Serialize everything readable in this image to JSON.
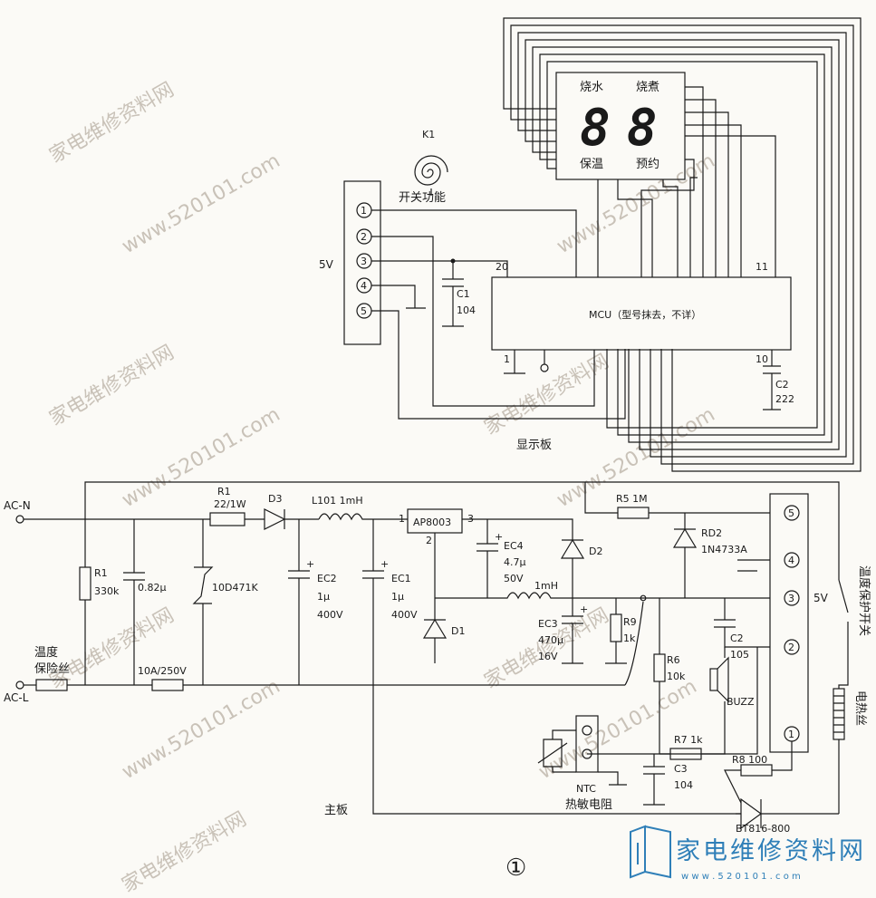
{
  "board_labels": {
    "display_board": "显示板",
    "main_board": "主板",
    "figure_number": "①"
  },
  "display": {
    "tl": "烧水",
    "tr": "烧煮",
    "bl": "保温",
    "br": "预约",
    "digits": "88"
  },
  "switch_k1": {
    "ref": "K1",
    "label": "开关功能"
  },
  "connector_top": {
    "pins": [
      "1",
      "2",
      "3",
      "4",
      "5"
    ],
    "voltage": "5V"
  },
  "connector_main": {
    "pins": [
      "5",
      "4",
      "3",
      "2",
      "1"
    ],
    "voltage": "5V"
  },
  "mcu": {
    "label": "MCU（型号抹去，不详）",
    "pin20": "20",
    "pin1": "1",
    "pin11": "11",
    "pin10": "10"
  },
  "components": {
    "c1_ref": "C1",
    "c1_val": "104",
    "c2top_ref": "C2",
    "c2top_val": "222",
    "r1_ref": "R1",
    "r1_val": "22/1W",
    "r1b_ref": "R1",
    "r1b_val": "330k",
    "cx_val": "0.82μ",
    "vdr": "10D471K",
    "d3": "D3",
    "l101": "L101  1mH",
    "ec2_ref": "EC2",
    "ec2_a": "1μ",
    "ec2_b": "400V",
    "ec1_ref": "EC1",
    "ec1_a": "1μ",
    "ec1_b": "400V",
    "ic": "AP8003",
    "ic_p1": "1",
    "ic_p2": "2",
    "ic_p3": "3",
    "ec4_ref": "EC4",
    "ec4_a": "4.7μ",
    "ec4_b": "50V",
    "l2": "1mH",
    "d2": "D2",
    "d1": "D1",
    "ec3_ref": "EC3",
    "ec3_a": "470μ",
    "ec3_b": "16V",
    "r9_ref": "R9",
    "r9_val": "1k",
    "r5": "R5  1M",
    "rd2_ref": "RD2",
    "rd2_val": "1N4733A",
    "r6_ref": "R6",
    "r6_val": "10k",
    "c2b_ref": "C2",
    "c2b_val": "105",
    "buzz": "BUZZ",
    "r7": "R7  1k",
    "c3_ref": "C3",
    "c3_val": "104",
    "r8": "R8  100",
    "ntc_a": "NTC",
    "ntc_b": "热敏电阻",
    "triac": "BT816-800",
    "fuse_temp_a": "温度",
    "fuse_temp_b": "保险丝",
    "fuse_main": "10A/250V",
    "acn": "AC-N",
    "acl": "AC-L",
    "temp_switch": "温度保护开关",
    "heater": "电热丝"
  },
  "watermark": {
    "site_cn": "家电维修资料网",
    "site_url": "www.520101.com",
    "logo_cn": "家电维修资料网",
    "logo_url": "w w w . 5 2 0 1 0 1 . c o m"
  },
  "colors": {
    "ink": "#1a1a1a",
    "paper": "#fbfaf6",
    "watermark": "#c9c2b8",
    "logo": "#2f7fb8"
  }
}
